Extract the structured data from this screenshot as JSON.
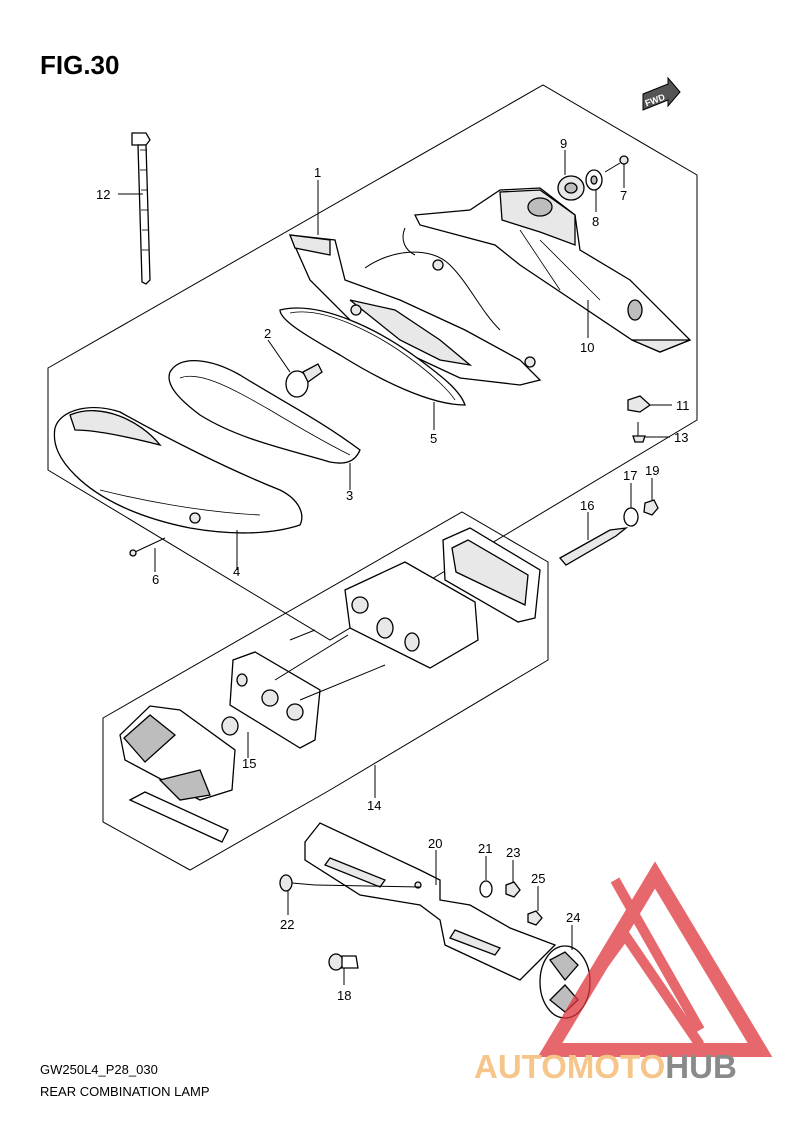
{
  "figure": {
    "title": "FIG.30",
    "code": "GW250L4_P28_030",
    "caption": "REAR COMBINATION LAMP",
    "fwd_label": "FWD"
  },
  "watermark": {
    "part1": "AUTO",
    "part2": "MOTO",
    "part3": "HUB",
    "color_light": "#f6c58a",
    "color_dark": "#8a8a8a",
    "logo_color": "#e0363c"
  },
  "callouts": {
    "c1": "1",
    "c2": "2",
    "c3": "3",
    "c4": "4",
    "c5": "5",
    "c6": "6",
    "c7": "7",
    "c8": "8",
    "c9": "9",
    "c10": "10",
    "c11": "11",
    "c12": "12",
    "c13": "13",
    "c14": "14",
    "c15": "15",
    "c16": "16",
    "c17": "17",
    "c18": "18",
    "c19": "19",
    "c20": "20",
    "c21": "21",
    "c22": "22",
    "c23": "23",
    "c24": "24",
    "c25": "25"
  }
}
